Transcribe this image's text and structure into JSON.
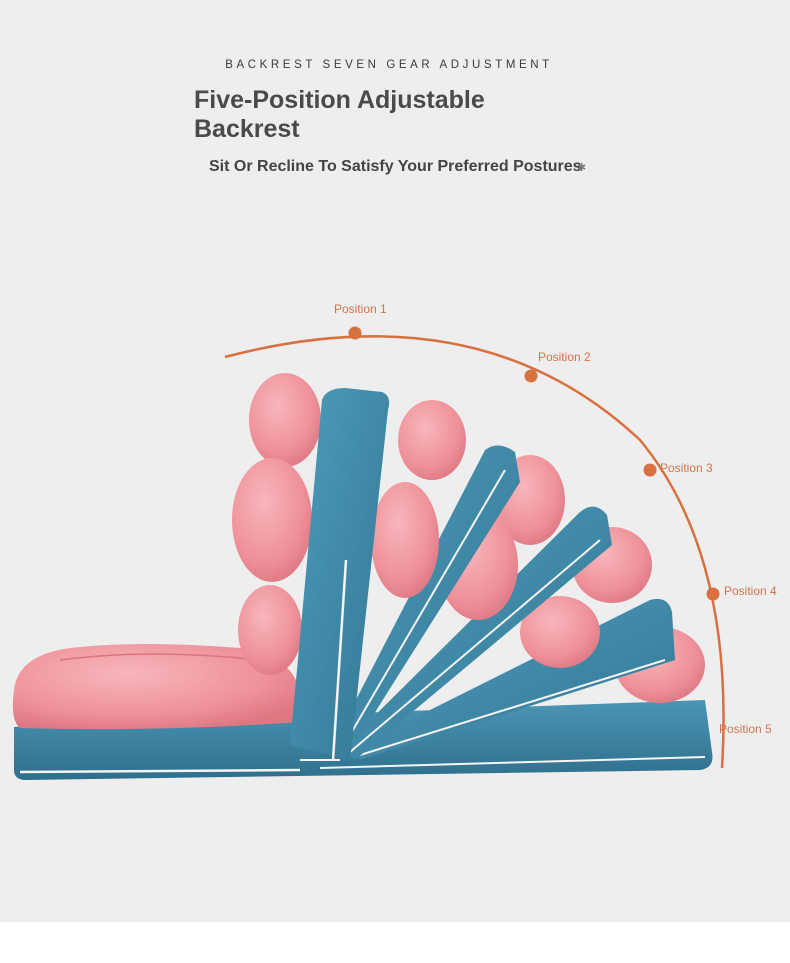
{
  "header": {
    "eyebrow": "BACKREST SEVEN GEAR ADJUSTMENT",
    "title": "Five-Position Adjustable Backrest",
    "subtitle": "Sit Or Recline To Satisfy Your Preferred Postures",
    "subtitle_mark": "✱"
  },
  "positions": [
    {
      "label": "Position 1"
    },
    {
      "label": "Position 2"
    },
    {
      "label": "Position 3"
    },
    {
      "label": "Position 4"
    },
    {
      "label": "Position 5"
    }
  ],
  "colors": {
    "background": "#efeeee",
    "accent_arc": "#d9703f",
    "pillow_pink": "#f0989f",
    "fabric_teal": "#3f8aa8",
    "piping_white": "#f4f4f4"
  }
}
